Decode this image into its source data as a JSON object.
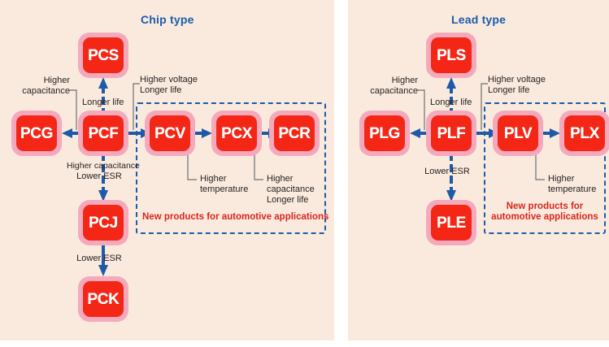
{
  "panels": [
    {
      "id": "chip",
      "title": "Chip type",
      "boxes": [
        {
          "label": "PCS"
        },
        {
          "label": "PCG"
        },
        {
          "label": "PCF"
        },
        {
          "label": "PCV"
        },
        {
          "label": "PCX"
        },
        {
          "label": "PCR"
        },
        {
          "label": "PCJ"
        },
        {
          "label": "PCK"
        }
      ],
      "notes": {
        "higher_capacitance": "Higher\ncapacitance",
        "higher_capacitance_l1": "Higher",
        "higher_capacitance_l2": "capacitance",
        "longer_life": "Longer life",
        "higher_voltage_l1": "Higher voltage",
        "higher_voltage_l2": "Longer life",
        "higher_cap_lower_esr_l1": "Higher capacitance",
        "higher_cap_lower_esr_l2": "Lower ESR",
        "lower_esr": "Lower ESR",
        "higher_temperature_l1": "Higher",
        "higher_temperature_l2": "temperature",
        "higher_cap_longer_life_l1": "Higher",
        "higher_cap_longer_life_l2": "capacitance",
        "higher_cap_longer_life_l3": "Longer life"
      },
      "dashed_label": "New products for automotive applications"
    },
    {
      "id": "lead",
      "title": "Lead type",
      "boxes": [
        {
          "label": "PLS"
        },
        {
          "label": "PLG"
        },
        {
          "label": "PLF"
        },
        {
          "label": "PLV"
        },
        {
          "label": "PLX"
        },
        {
          "label": "PLE"
        }
      ],
      "notes": {
        "higher_capacitance_l1": "Higher",
        "higher_capacitance_l2": "capacitance",
        "longer_life": "Longer life",
        "higher_voltage_l1": "Higher voltage",
        "higher_voltage_l2": "Longer life",
        "lower_esr": "Lower ESR",
        "higher_temperature_l1": "Higher",
        "higher_temperature_l2": "temperature"
      },
      "dashed_label_l1": "New products for",
      "dashed_label_l2": "automotive applications"
    }
  ],
  "colors": {
    "panel_background": "#faeade",
    "title_blue": "#1a5cab",
    "box_border_pink": "#f5a9bd",
    "box_fill_red": "#f42717",
    "box_text": "#ffffff",
    "arrow_blue": "#1f5aa8",
    "note_text": "#231f20",
    "dashed_border": "#1a5cab",
    "dashed_label_red": "#d7261e",
    "leader_gray": "#6d6e71",
    "page_background": "#ffffff"
  }
}
